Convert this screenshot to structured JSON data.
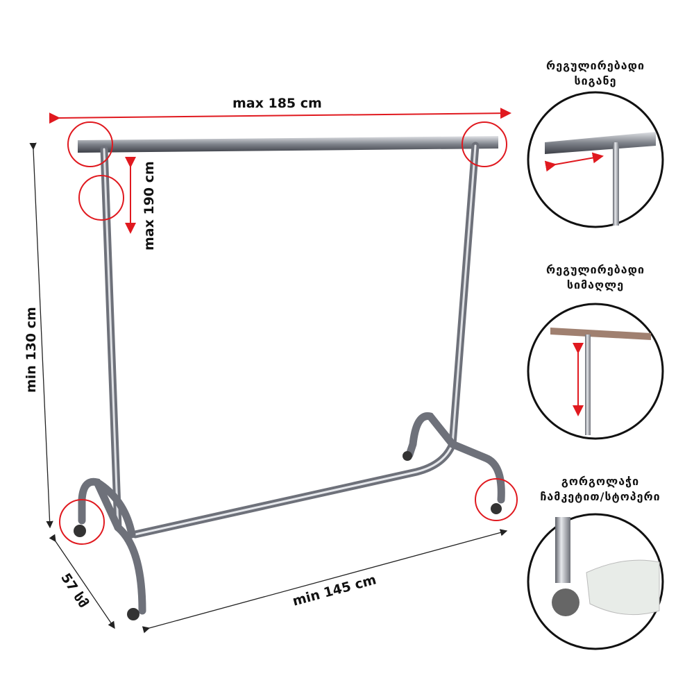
{
  "dimensions": {
    "width_max": "max 185 cm",
    "height_max": "max 190 cm",
    "height_min": "min 130 cm",
    "length_min": "min 145 cm",
    "depth": "57 სმ"
  },
  "features": [
    {
      "line1": "რეგულირებადი",
      "line2": "სიგანე"
    },
    {
      "line1": "რეგულირებადი",
      "line2": "სიმაღლე"
    },
    {
      "line1": "გორგოლაჭი",
      "line2": "ჩამკეტით/სტოპერი"
    }
  ],
  "colors": {
    "accent": "#e0191f",
    "chrome": "#9a9ea6"
  }
}
